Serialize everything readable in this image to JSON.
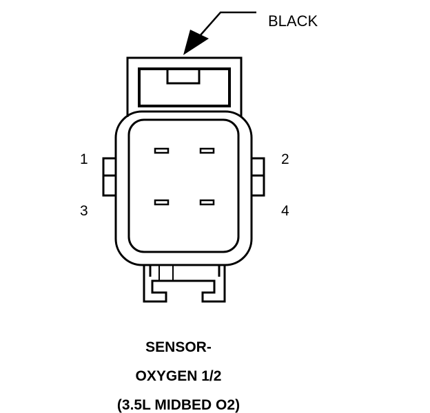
{
  "callout": {
    "label": "BLACK"
  },
  "pins": [
    {
      "number": "1"
    },
    {
      "number": "2"
    },
    {
      "number": "3"
    },
    {
      "number": "4"
    }
  ],
  "caption": {
    "line1": "SENSOR-",
    "line2": "OXYGEN 1/2",
    "line3": "(3.5L MIDBED O2)"
  },
  "colors": {
    "ink": "#000000",
    "background": "#ffffff"
  }
}
